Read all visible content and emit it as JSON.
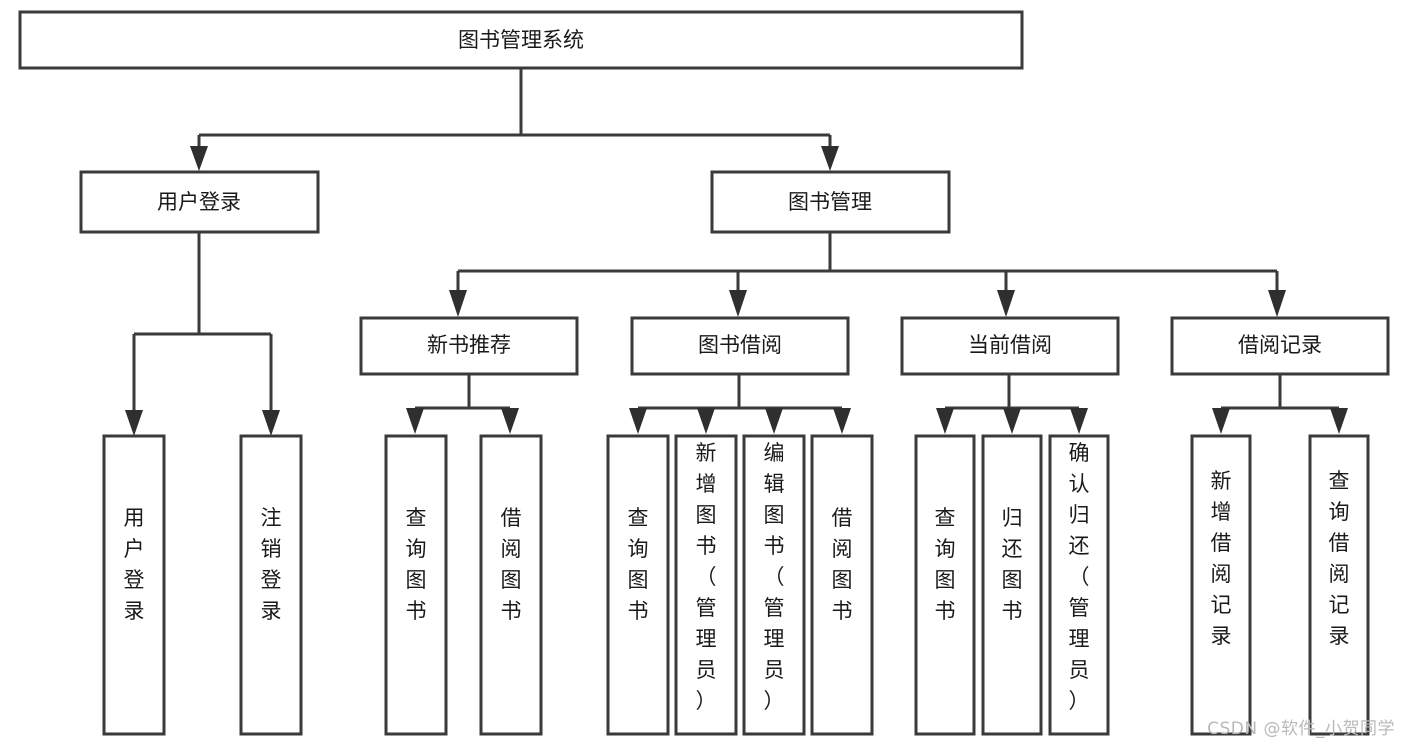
{
  "diagram": {
    "title": "图书管理系统",
    "watermark": "CSDN @软件_小贺同学",
    "colors": {
      "box_stroke": "#3a3a3a",
      "box_fill": "#ffffff",
      "connector": "#3a3a3a",
      "text": "#1a1a1a",
      "watermark": "#b9b9b9",
      "background": "#ffffff"
    },
    "root": {
      "label": "图书管理系统"
    },
    "level1": [
      {
        "label": "用户登录"
      },
      {
        "label": "图书管理"
      }
    ],
    "level2": [
      {
        "label": "新书推荐"
      },
      {
        "label": "图书借阅"
      },
      {
        "label": "当前借阅"
      },
      {
        "label": "借阅记录"
      }
    ],
    "leaves": {
      "user_login": [
        {
          "label": "用户登录"
        },
        {
          "label": "注销登录"
        }
      ],
      "new_book_recommend": [
        {
          "label": "查询图书"
        },
        {
          "label": "借阅图书"
        }
      ],
      "book_borrow": [
        {
          "label": "查询图书"
        },
        {
          "label": "新增图书（管理员）"
        },
        {
          "label": "编辑图书（管理员）"
        },
        {
          "label": "借阅图书"
        }
      ],
      "current_borrow": [
        {
          "label": "查询图书"
        },
        {
          "label": "归还图书"
        },
        {
          "label": "确认归还（管理员）"
        }
      ],
      "borrow_record": [
        {
          "label": "新增借阅记录"
        },
        {
          "label": "查询借阅记录"
        }
      ]
    }
  }
}
